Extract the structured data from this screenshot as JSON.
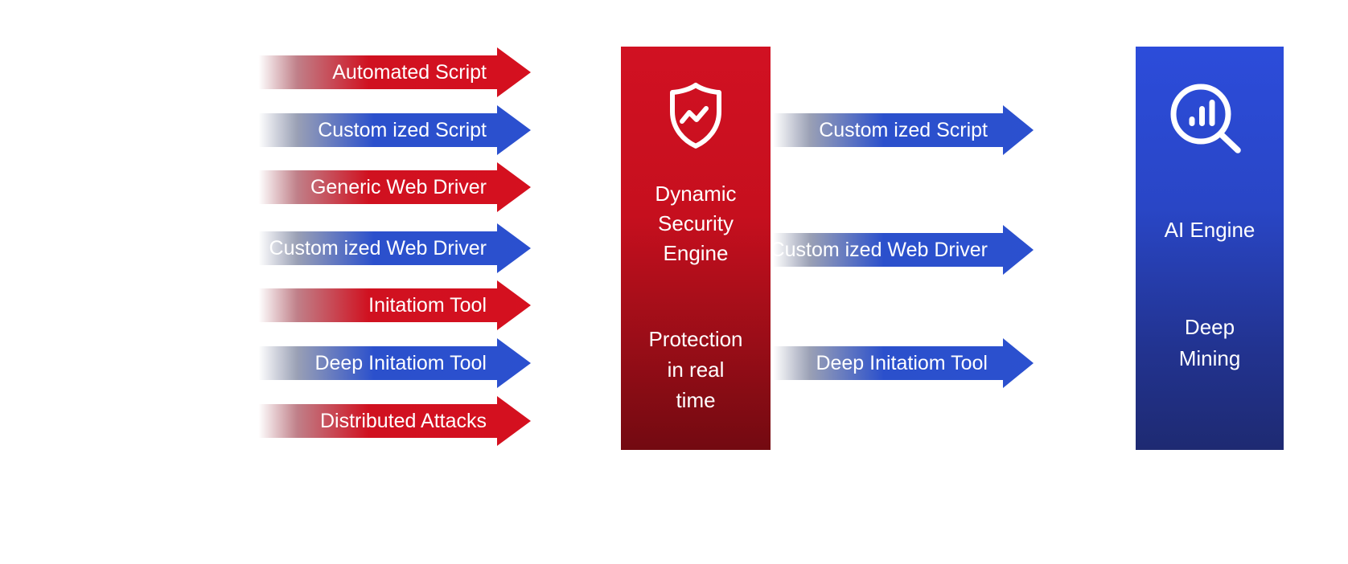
{
  "diagram": {
    "description": "Attack types flowing into Dynamic Security Engine, filtered output flowing into AI Engine",
    "colors": {
      "arrow_red": "#d5101f",
      "arrow_blue": "#2b50cf",
      "arrow_tail_fade": "#ffffff",
      "engine_box_red_top": "#d11122",
      "engine_box_red_bottom": "#730a11",
      "ai_box_blue_top": "#2c4cda",
      "ai_box_blue_bottom": "#1e2a72",
      "text": "#ffffff",
      "background": "#ffffff"
    },
    "left_arrows": [
      {
        "label": "Automated Script",
        "color": "red"
      },
      {
        "label": "Custom ized Script",
        "color": "blue"
      },
      {
        "label": "Generic Web Driver",
        "color": "red"
      },
      {
        "label": "Custom ized Web Driver",
        "color": "blue"
      },
      {
        "label": "Initatiom Tool",
        "color": "red"
      },
      {
        "label": "Deep Initatiom Tool",
        "color": "blue"
      },
      {
        "label": "Distributed Attacks",
        "color": "red"
      }
    ],
    "right_arrows": [
      {
        "label": "Custom ized Script",
        "color": "blue"
      },
      {
        "label": "Custom ized Web Driver",
        "color": "blue"
      },
      {
        "label": "Deep Initatiom Tool",
        "color": "blue"
      }
    ],
    "security_engine_box": {
      "icon": "shield-pulse-icon",
      "title_lines": [
        "Dynamic",
        "Security",
        "Engine"
      ],
      "subtitle_lines": [
        "Protection",
        "in real",
        "time"
      ]
    },
    "ai_engine_box": {
      "icon": "magnifier-bar-chart-icon",
      "title_lines": [
        "AI Engine"
      ],
      "subtitle_lines": [
        "Deep",
        "Mining"
      ]
    }
  }
}
